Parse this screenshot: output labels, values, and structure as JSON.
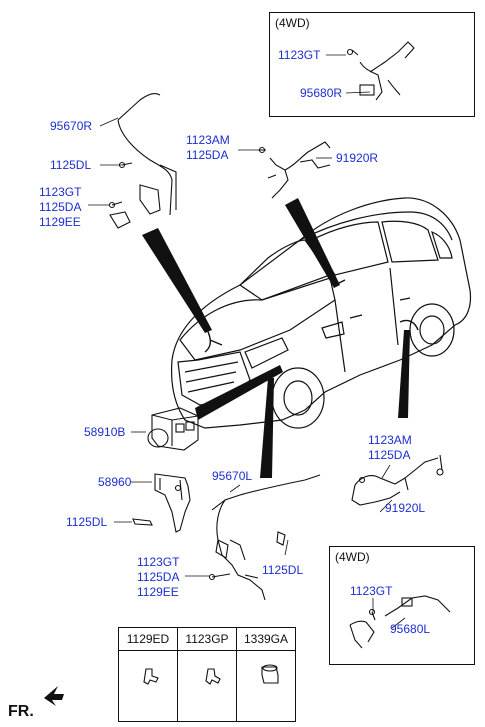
{
  "inset_top": {
    "title": "(4WD)",
    "labels": [
      "1123GT",
      "95680R"
    ]
  },
  "inset_bottom": {
    "title": "(4WD)",
    "labels": [
      "1123GT",
      "95680L"
    ]
  },
  "labels": {
    "p95670R": "95670R",
    "p1125DL_a": "1125DL",
    "p1123GT_a": "1123GT",
    "p1125DA_a": "1125DA",
    "p1129EE_a": "1129EE",
    "p1123AM_a": "1123AM",
    "p1125DA_b": "1125DA",
    "p91920R": "91920R",
    "p58910B": "58910B",
    "p58960": "58960",
    "p1125DL_b": "1125DL",
    "p95670L": "95670L",
    "p1123GT_b": "1123GT",
    "p1125DA_c": "1125DA",
    "p1129EE_b": "1129EE",
    "p1125DL_c": "1125DL",
    "p1123AM_b": "1123AM",
    "p1125DA_d": "1125DA",
    "p91920L": "91920L"
  },
  "parts_table": {
    "headers": [
      "1129ED",
      "1123GP",
      "1339GA"
    ]
  },
  "direction": "FR."
}
